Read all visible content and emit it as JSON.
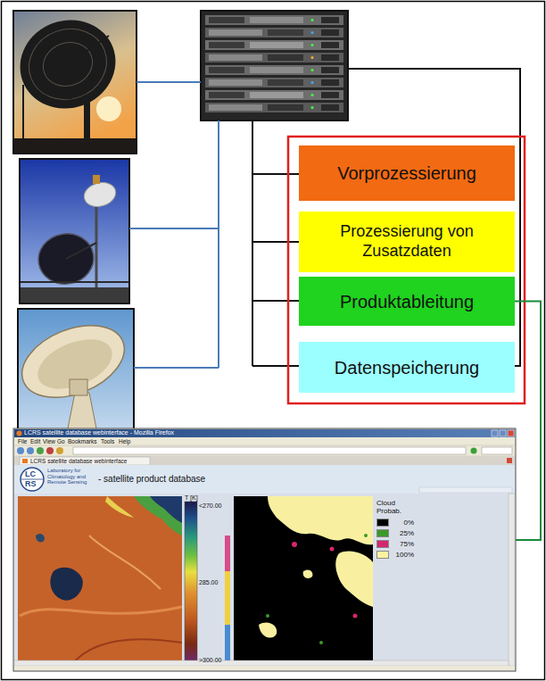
{
  "diagram": {
    "nodes": [
      {
        "text": [
          "Vorprozessierung"
        ]
      },
      {
        "text": [
          "Prozessierung von Zusatzdaten"
        ]
      },
      {
        "text": [
          "Produktableitung"
        ]
      },
      {
        "text": [
          "Datenspeicherung"
        ]
      },
      {
        "text": [
          "LCRS satellite database webinterface - Mozilla Firefox"
        ]
      }
    ],
    "edges": [
      {
        "from": 2,
        "to": 4,
        "arrow": "none"
      }
    ],
    "labels": [
      "File",
      "Edit",
      "View",
      "Go",
      "Bookmarks",
      "Tools",
      "Help",
      "LCRS satellite database webinterface",
      "LC",
      "RS",
      "Laboratory for Climatology and Remote Sensing",
      "- satellite product database",
      "T [K]",
      "<270.00",
      "285.00",
      ">300.00",
      "Cloud Probab."
    ],
    "legend": [
      {
        "text": "0%",
        "color": "#000000"
      },
      {
        "text": "25%",
        "color": "#3c9a28"
      },
      {
        "text": "75%",
        "color": "#d2286e"
      },
      {
        "text": "100%",
        "color": "#fbf3a2"
      }
    ]
  }
}
